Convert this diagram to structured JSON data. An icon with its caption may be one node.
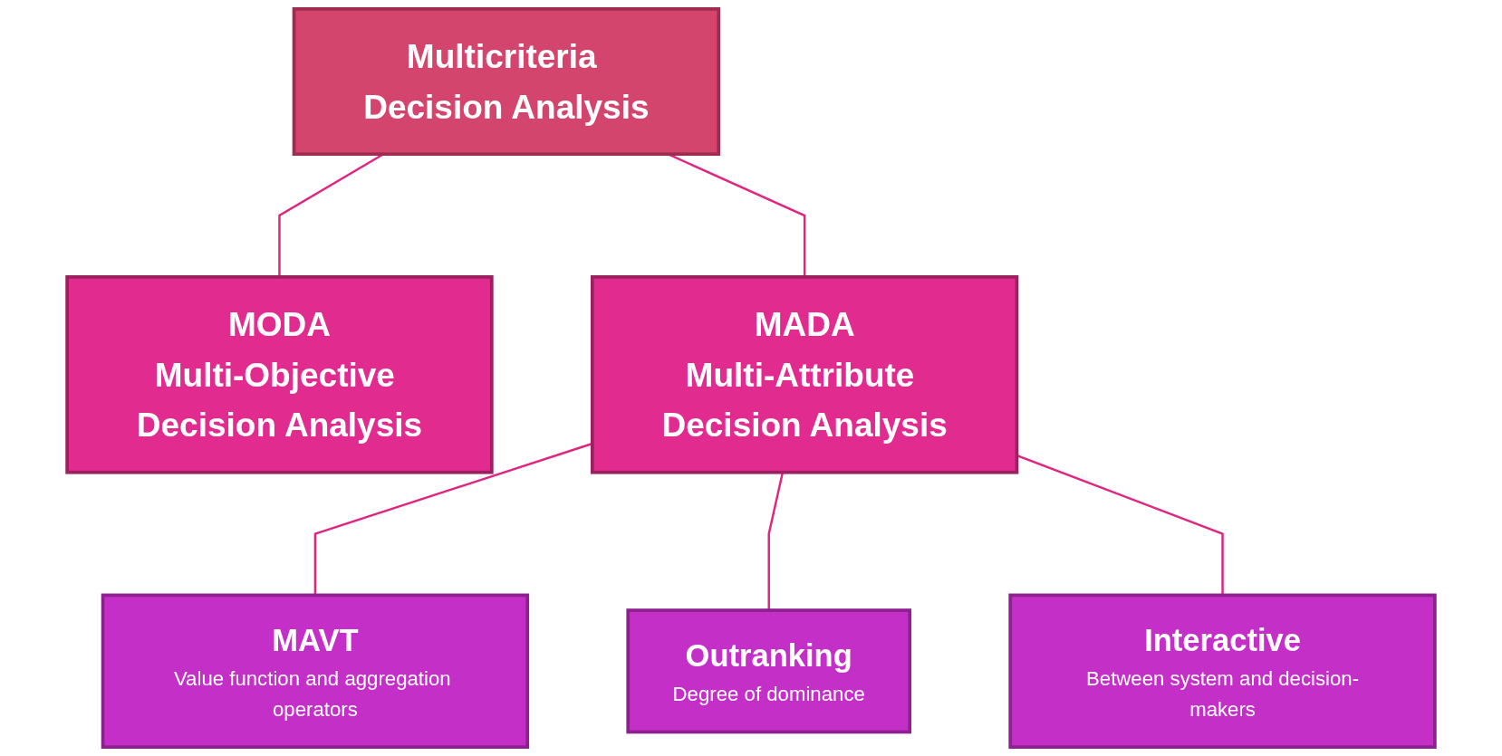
{
  "diagram": {
    "nodes": [
      {
        "text": [
          "Multicriteria Decision Analysis"
        ]
      },
      {
        "text": [
          "MODA",
          "Multi-Objective Decision Analysis"
        ]
      },
      {
        "text": [
          "MADA",
          "Multi-Attribute Decision Analysis"
        ]
      },
      {
        "text": [
          "MAVT",
          "Value function and aggregation operators"
        ]
      },
      {
        "text": [
          "Outranking",
          "Degree of dominance"
        ]
      },
      {
        "text": [
          "Interactive",
          "Between system and decision-makers"
        ]
      }
    ],
    "edges": [
      {
        "from": 0,
        "to": 1,
        "arrow": "none"
      },
      {
        "from": 0,
        "to": 2,
        "arrow": "none"
      },
      {
        "from": 2,
        "to": 3,
        "arrow": "none"
      },
      {
        "from": 2,
        "to": 4,
        "arrow": "none"
      },
      {
        "from": 2,
        "to": 5,
        "arrow": "none"
      }
    ]
  }
}
